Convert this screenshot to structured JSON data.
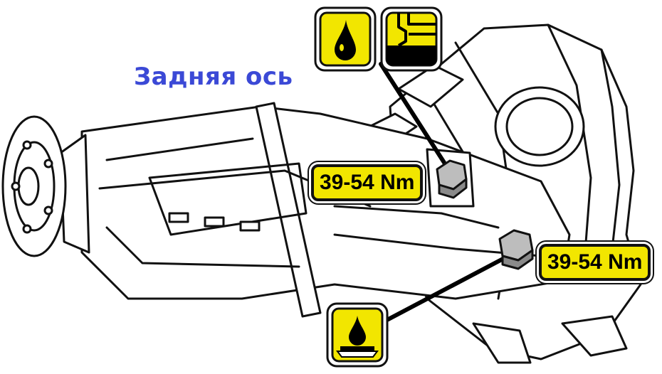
{
  "title": "Задняя ось",
  "colors": {
    "title": "#3b49d6",
    "label_fill": "#f2e600",
    "outline": "#111111"
  },
  "callouts": [
    {
      "label": "39-54 Nm",
      "icons": [
        "oil-fill-icon",
        "fill-plug-level-icon"
      ]
    },
    {
      "label": "39-54 Nm",
      "icons": [
        "oil-drain-icon"
      ]
    }
  ]
}
